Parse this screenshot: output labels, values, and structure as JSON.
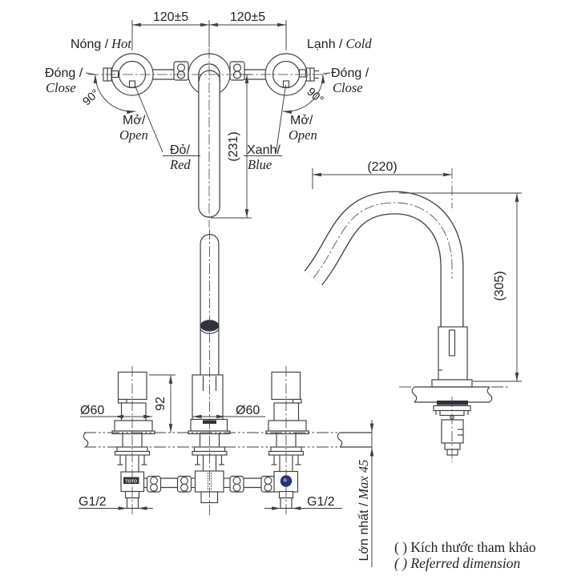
{
  "colors": {
    "line": "#3f3f3f",
    "text": "#232323",
    "accent_blue": "#283472",
    "accent_blue_light": "#7c86c0",
    "dark_fill": "#2e323a"
  },
  "top_view": {
    "dim_spacing_left": "120±5",
    "dim_spacing_right": "120±5",
    "hot_vi": "Nóng /",
    "hot_en": "Hot",
    "cold_vi": "Lạnh /",
    "cold_en": "Cold",
    "close_left_vi": "Đóng /",
    "close_left_en": "Close",
    "close_right_vi": "Đóng /",
    "close_right_en": "Close",
    "angle_left": "90°",
    "angle_right": "90°",
    "open_left_vi": "Mở/",
    "open_left_en": "Open",
    "open_right_vi": "Mở/",
    "open_right_en": "Open",
    "red_vi": "Đỏ/",
    "red_en": "Red",
    "blue_vi": "Xanh/",
    "blue_en": "Blue",
    "dim_spout_projection": "(231)"
  },
  "side_view": {
    "dim_reach": "(220)",
    "dim_height": "(305)"
  },
  "front_view": {
    "dim_handle_diameter": "Ø60",
    "dim_spout_diameter": "Ø60",
    "dim_body_height": "92",
    "thread_left": "G1/2",
    "thread_right": "G1/2",
    "max_counter_vi": "Lớn nhất /",
    "max_counter_en": "Max 45",
    "brand": "TOTO"
  },
  "legend": {
    "note_vi": "( ) Kích thước tham khảo",
    "note_en": "( ) Referred dimension"
  }
}
